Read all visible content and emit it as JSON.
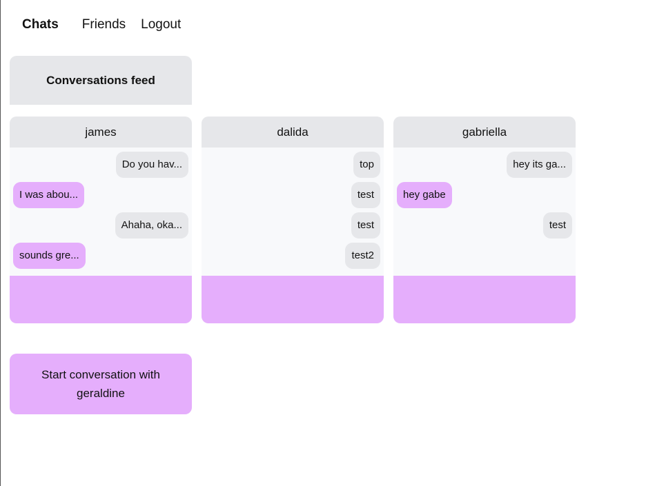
{
  "nav": {
    "items": [
      {
        "label": "Chats",
        "active": true
      },
      {
        "label": "Friends",
        "active": false
      },
      {
        "label": "Logout",
        "active": false
      }
    ]
  },
  "feed": {
    "title": "Conversations feed"
  },
  "conversations": [
    {
      "name": "james",
      "messages": [
        {
          "text": "Do you hav...",
          "direction": "sent"
        },
        {
          "text": "I was abou...",
          "direction": "received"
        },
        {
          "text": "Ahaha, oka...",
          "direction": "sent"
        },
        {
          "text": "sounds gre...",
          "direction": "received"
        }
      ]
    },
    {
      "name": "dalida",
      "messages": [
        {
          "text": "top",
          "direction": "sent"
        },
        {
          "text": "test",
          "direction": "sent"
        },
        {
          "text": "test",
          "direction": "sent"
        },
        {
          "text": "test2",
          "direction": "sent"
        }
      ]
    },
    {
      "name": "gabriella",
      "messages": [
        {
          "text": "hey its ga...",
          "direction": "sent"
        },
        {
          "text": "hey gabe",
          "direction": "received"
        },
        {
          "text": "test",
          "direction": "sent"
        }
      ]
    }
  ],
  "start_conversation": {
    "label": "Start conversation with geraldine"
  },
  "colors": {
    "accent": "#e5aefc",
    "neutral_bubble": "#e6e7ea",
    "panel_bg": "#f8f9fb"
  }
}
